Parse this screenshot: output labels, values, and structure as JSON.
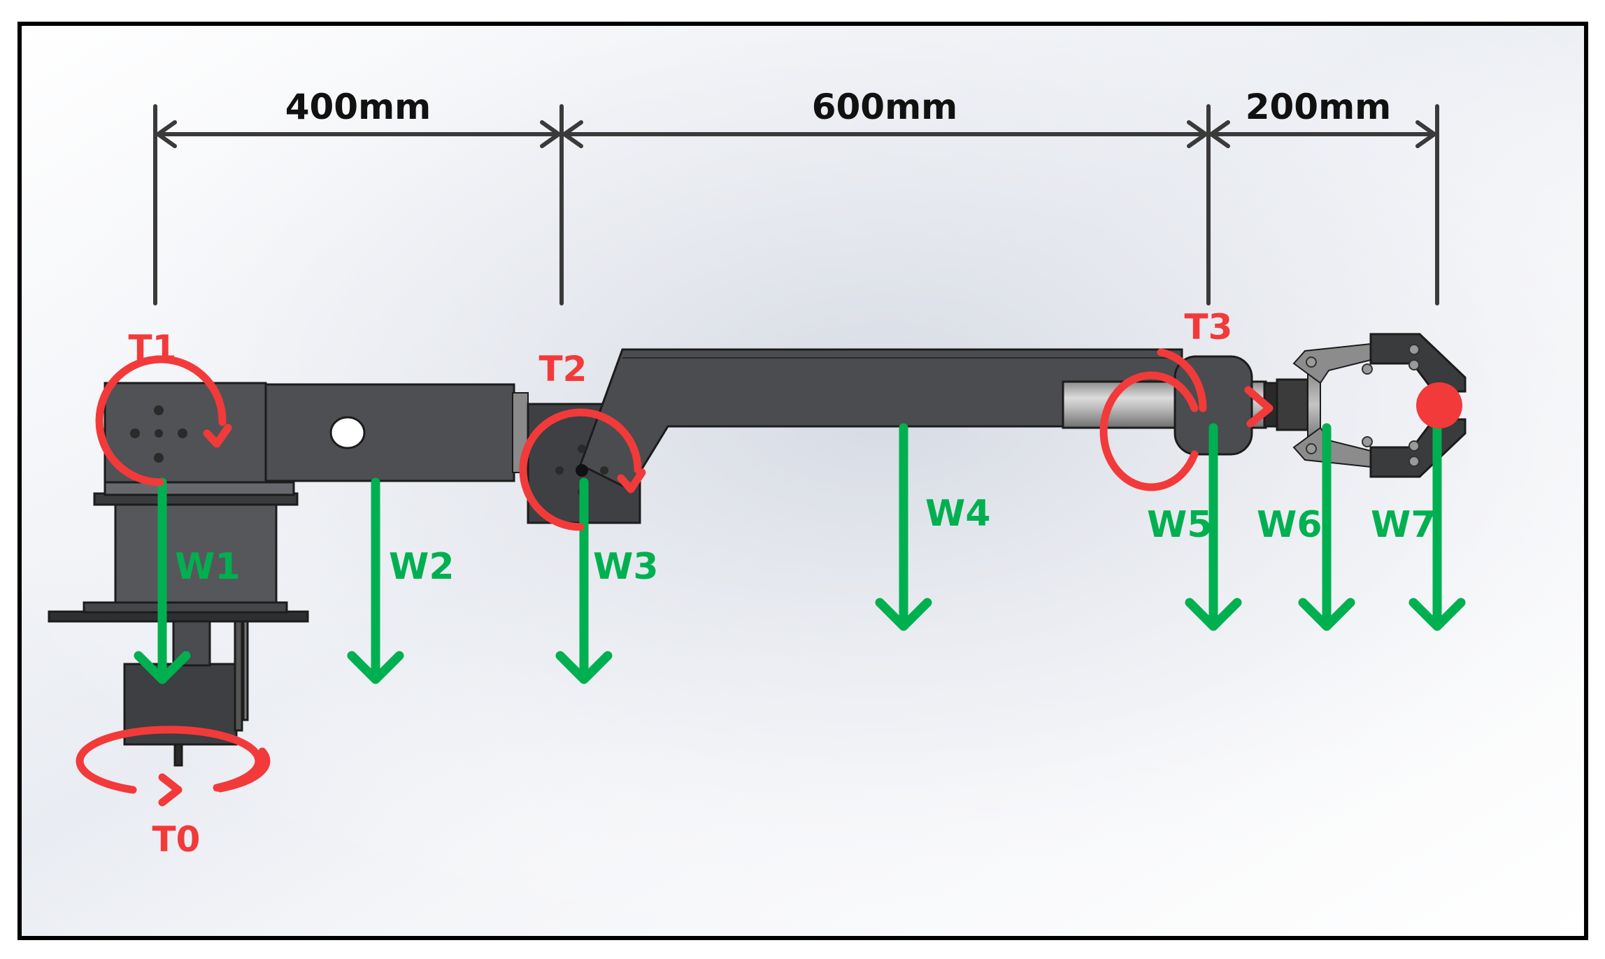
{
  "dimensions": [
    {
      "label": "400mm"
    },
    {
      "label": "600mm"
    },
    {
      "label": "200mm"
    }
  ],
  "torques": [
    {
      "label": "T0"
    },
    {
      "label": "T1"
    },
    {
      "label": "T2"
    },
    {
      "label": "T3"
    }
  ],
  "weights": [
    {
      "label": "W1"
    },
    {
      "label": "W2"
    },
    {
      "label": "W3"
    },
    {
      "label": "W4"
    },
    {
      "label": "W5"
    },
    {
      "label": "W6"
    },
    {
      "label": "W7"
    }
  ],
  "colors": {
    "torque": "#f23a3a",
    "weight": "#00b050",
    "dimension": "#3a3a3a",
    "arm_dark": "#4d4f52",
    "arm_outline": "#1c1c1c",
    "frame": "#000000"
  }
}
